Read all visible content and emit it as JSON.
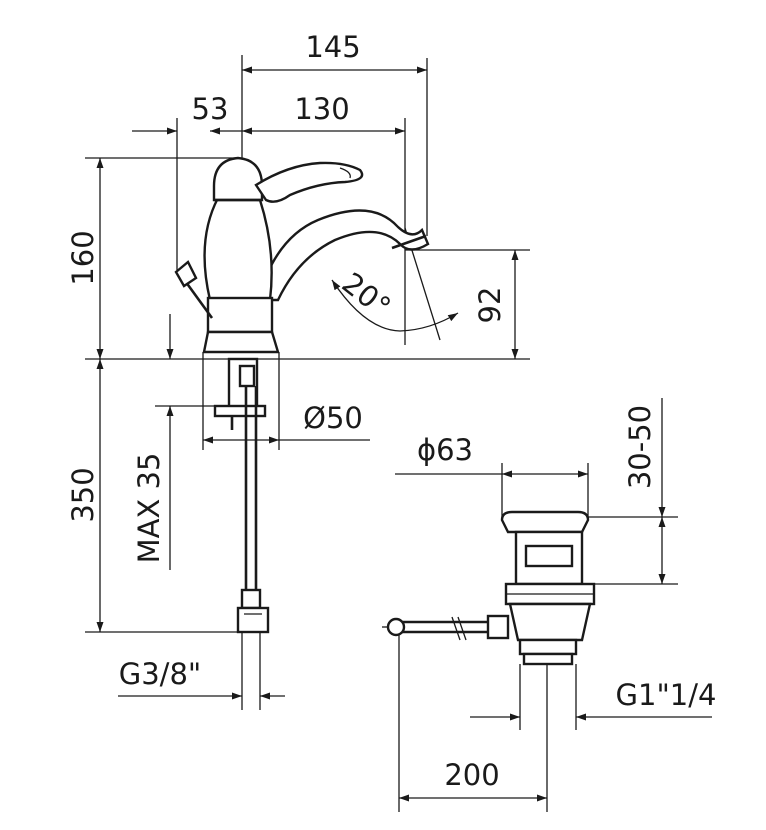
{
  "dimensions": {
    "d145": "145",
    "d53": "53",
    "d130": "130",
    "d160": "160",
    "d20": "20°",
    "d92": "92",
    "d350": "350",
    "dmax35": "MAX 35",
    "d50": "Ø50",
    "d63": "ϕ63",
    "d3050": "30-50",
    "dg38": "G3/8\"",
    "dg114": "G1\"1/4",
    "d200": "200"
  },
  "colors": {
    "line": "#1a1a1a",
    "background": "#ffffff"
  }
}
